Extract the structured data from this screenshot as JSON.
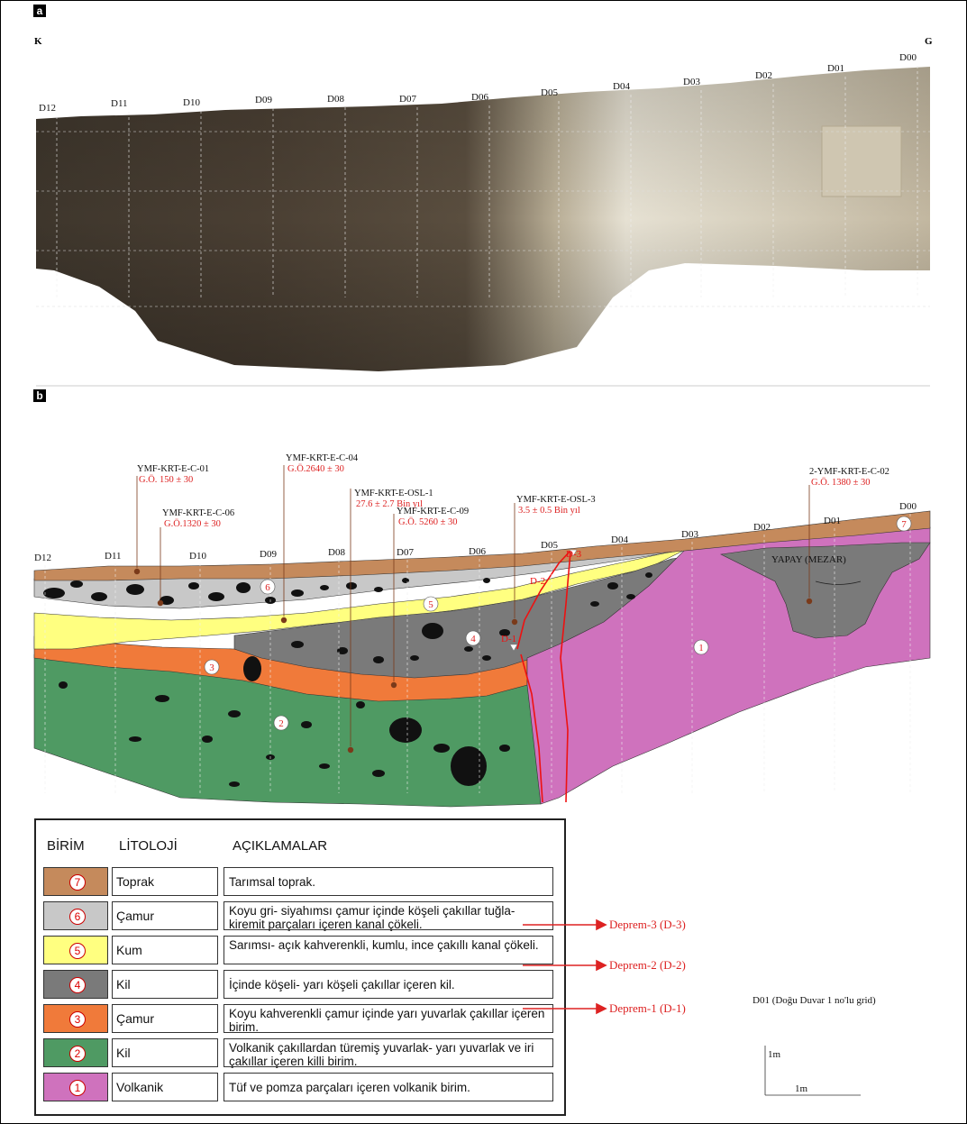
{
  "panel_a": {
    "label": "a",
    "left_dir": "K",
    "right_dir": "G",
    "grid": [
      "D12",
      "D11",
      "D10",
      "D09",
      "D08",
      "D07",
      "D06",
      "D05",
      "D04",
      "D03",
      "D02",
      "D01",
      "D00"
    ]
  },
  "panel_b": {
    "label": "b",
    "grid": [
      "D12",
      "D11",
      "D10",
      "D09",
      "D08",
      "D07",
      "D06",
      "D05",
      "D04",
      "D03",
      "D02",
      "D01",
      "D00"
    ],
    "samples": [
      {
        "name": "YMF-KRT-E-C-01",
        "age": "G.Ö. 150 ± 30"
      },
      {
        "name": "YMF-KRT-E-C-06",
        "age": "G.Ö.1320 ± 30"
      },
      {
        "name": "YMF-KRT-E-C-04",
        "age": "G.Ö.2640 ± 30"
      },
      {
        "name": "YMF-KRT-E-OSL-1",
        "age": "27.6 ± 2.7 Bin yıl"
      },
      {
        "name": "YMF-KRT-E-C-09",
        "age": "G.Ö. 5260 ± 30"
      },
      {
        "name": "YMF-KRT-E-OSL-3",
        "age": "3.5 ± 0.5 Bin yıl"
      },
      {
        "name": "2-YMF-KRT-E-C-02",
        "age": "G.Ö. 1380 ± 30"
      }
    ],
    "unit_numbers": [
      "7",
      "6",
      "5",
      "4",
      "3",
      "2",
      "1",
      "7"
    ],
    "event_labels": [
      "D-3",
      "D-2",
      "D-1"
    ],
    "mezar_label": "YAPAY (MEZAR)"
  },
  "legend": {
    "headers": {
      "unit": "BİRİM",
      "lithology": "LİTOLOJİ",
      "notes": "AÇIKLAMALAR"
    },
    "rows": [
      {
        "num": "7",
        "lithology": "Toprak",
        "desc": "Tarımsal toprak.",
        "color": "#c58a5c"
      },
      {
        "num": "6",
        "lithology": "Çamur",
        "desc": "Koyu gri- siyahımsı çamur içinde köşeli çakıllar tuğla- kiremit parçaları içeren kanal çökeli.",
        "color": "#c8c8c8"
      },
      {
        "num": "5",
        "lithology": "Kum",
        "desc": "Sarımsı- açık kahverenkli, kumlu, ince çakıllı kanal çökeli.",
        "color": "#ffff80"
      },
      {
        "num": "4",
        "lithology": "Kil",
        "desc": "İçinde köşeli- yarı köşeli çakıllar içeren kil.",
        "color": "#7a7a7a"
      },
      {
        "num": "3",
        "lithology": "Çamur",
        "desc": "Koyu kahverenkli çamur içinde yarı yuvarlak çakıllar içeren birim.",
        "color": "#f07a3a"
      },
      {
        "num": "2",
        "lithology": "Kil",
        "desc": "Volkanik çakıllardan türemiş yuvarlak- yarı yuvarlak ve iri çakıllar içeren killi birim.",
        "color": "#4f9a63"
      },
      {
        "num": "1",
        "lithology": "Volkanik",
        "desc": "Tüf ve pomza parçaları içeren volkanik birim.",
        "color": "#cf72bd"
      }
    ]
  },
  "earthquakes": [
    "Deprem-3 (D-3)",
    "Deprem-2 (D-2)",
    "Deprem-1 (D-1)"
  ],
  "scale": {
    "caption": "D01 (Doğu Duvar 1 no'lu grid)",
    "vertical": "1m",
    "horizontal": "1m"
  }
}
